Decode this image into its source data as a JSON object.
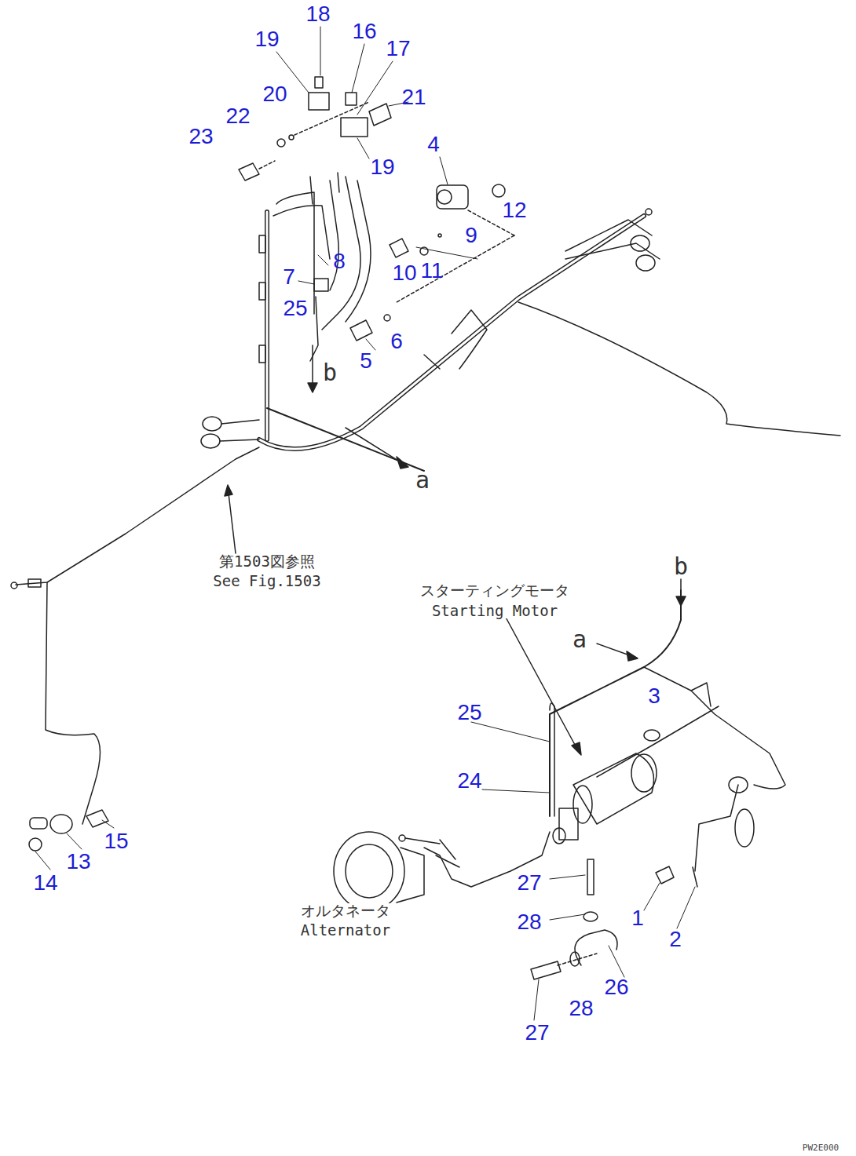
{
  "diagram": {
    "labels": [
      "19",
      "18",
      "16",
      "17",
      "20",
      "21",
      "22",
      "23",
      "19",
      "4",
      "12",
      "9",
      "8",
      "11",
      "10",
      "7",
      "25",
      "b",
      "6",
      "5",
      "a",
      "第1503図参照",
      "See Fig.1503",
      "スターティングモータ",
      "Starting Motor",
      "b",
      "a",
      "3",
      "25",
      "24",
      "27",
      "1",
      "2",
      "28",
      "オルタネータ",
      "Alternator",
      "26",
      "28",
      "27",
      "14",
      "13",
      "15",
      "PW2E000"
    ]
  }
}
